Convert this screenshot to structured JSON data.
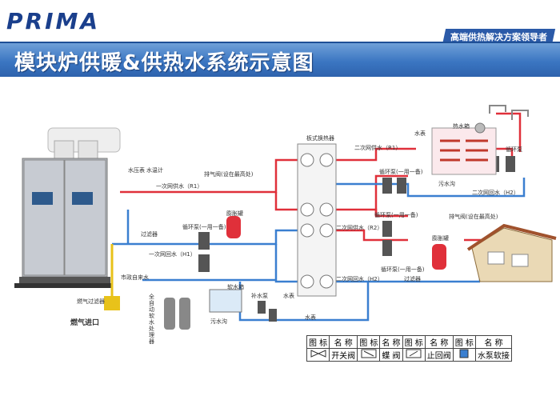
{
  "brand": "PRIMA",
  "tagline": "高端供热解决方案领导者",
  "title": "模块炉供暖&供热水系统示意图",
  "labels": {
    "heat_exchanger": "板式换热器",
    "pressure_gauge": "水压表",
    "thermometer": "水温计",
    "primary_supply_1": "一次网供水（R1）",
    "primary_return_1": "一次网回水（H1）",
    "exhaust_valve": "排气阀(设在最高处)",
    "exhaust_valve_right": "排气阀(设在最高处)",
    "expansion_tank": "膨胀罐",
    "expansion_tank_right": "膨胀罐",
    "circ_pump_1": "循环泵(一用一备)",
    "circ_pump_2": "循环泵(一用一备)",
    "circ_pump_3": "循环泵(一用一备)",
    "circ_pump_4": "循环泵(一用一备)",
    "filter_left": "过滤器",
    "filter_right": "过滤器",
    "softener": "全自动软水处理器",
    "soft_water_tank": "软水箱",
    "sewage_1": "污水沟",
    "sewage_2": "污水沟",
    "make_up_pump": "补水泵",
    "water_meter_1": "水表",
    "water_meter_2": "水表",
    "water_meter_3": "水表",
    "municipal_water": "市政自来水",
    "gas_filter": "燃气过滤器",
    "gas_inlet": "燃气进口",
    "secondary_supply_1": "二次网供水（R1）",
    "secondary_return_2": "二次网回水（H2）",
    "secondary_supply_2": "二次网供水（R2）",
    "secondary_return_2b": "二次网回水（H2）",
    "hot_water_tank": "热水箱",
    "circ_pump_label": "循环泵"
  },
  "legend": {
    "header_icon": "图 标",
    "header_name": "名 称",
    "items": [
      "开关阀",
      "蝶 阀",
      "止回阀",
      "水泵软接"
    ]
  },
  "colors": {
    "hot": "#e0303a",
    "cold": "#3a7fd0",
    "title_bar": "#3b76c2",
    "brand": "#1a3f8c"
  }
}
